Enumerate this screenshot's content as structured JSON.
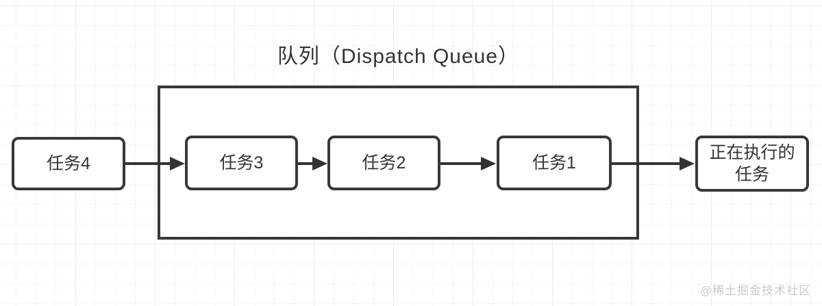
{
  "diagram": {
    "type": "flow",
    "title": "队列（Dispatch Queue）",
    "nodes": [
      {
        "id": "task4",
        "label": "任务4"
      },
      {
        "id": "task3",
        "label": "任务3"
      },
      {
        "id": "task2",
        "label": "任务2"
      },
      {
        "id": "task1",
        "label": "任务1"
      },
      {
        "id": "executing-task",
        "label": "正在执行的\n任务"
      }
    ],
    "edges": [
      {
        "from": "task4",
        "to": "task3"
      },
      {
        "from": "task3",
        "to": "task2"
      },
      {
        "from": "task2",
        "to": "task1"
      },
      {
        "from": "task1",
        "to": "executing-task"
      }
    ],
    "watermark": "@稀土掘金技术社区",
    "colors": {
      "stroke": "#383838",
      "arrow": "#333333",
      "text": "#333333",
      "node_fill": "#ffffff",
      "background": "#ffffff",
      "grid_line": "#f0f0f0",
      "watermark": "#cbcbcb"
    }
  }
}
